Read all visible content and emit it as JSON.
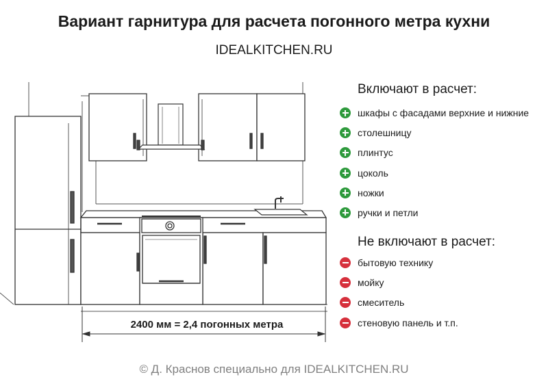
{
  "title": "Вариант гарнитура для расчета погонного метра кухни",
  "site": "IDEALKITCHEN.RU",
  "dimension_label": "2400 мм = 2,4 погонных метра",
  "included": {
    "heading": "Включают в расчет:",
    "icon": "plus-circle-icon",
    "color": "#2e9a3c",
    "items": [
      "шкафы с фасадами верхние и нижние",
      "столешницу",
      "плинтус",
      "цоколь",
      "ножки",
      "ручки и петли"
    ]
  },
  "excluded": {
    "heading": "Не включают в расчет:",
    "icon": "minus-circle-icon",
    "color": "#d6303c",
    "items": [
      "бытовую технику",
      "мойку",
      "смеситель",
      "стеновую панель и т.п."
    ]
  },
  "footer": "© Д. Краснов специально для IDEALKITCHEN.RU"
}
